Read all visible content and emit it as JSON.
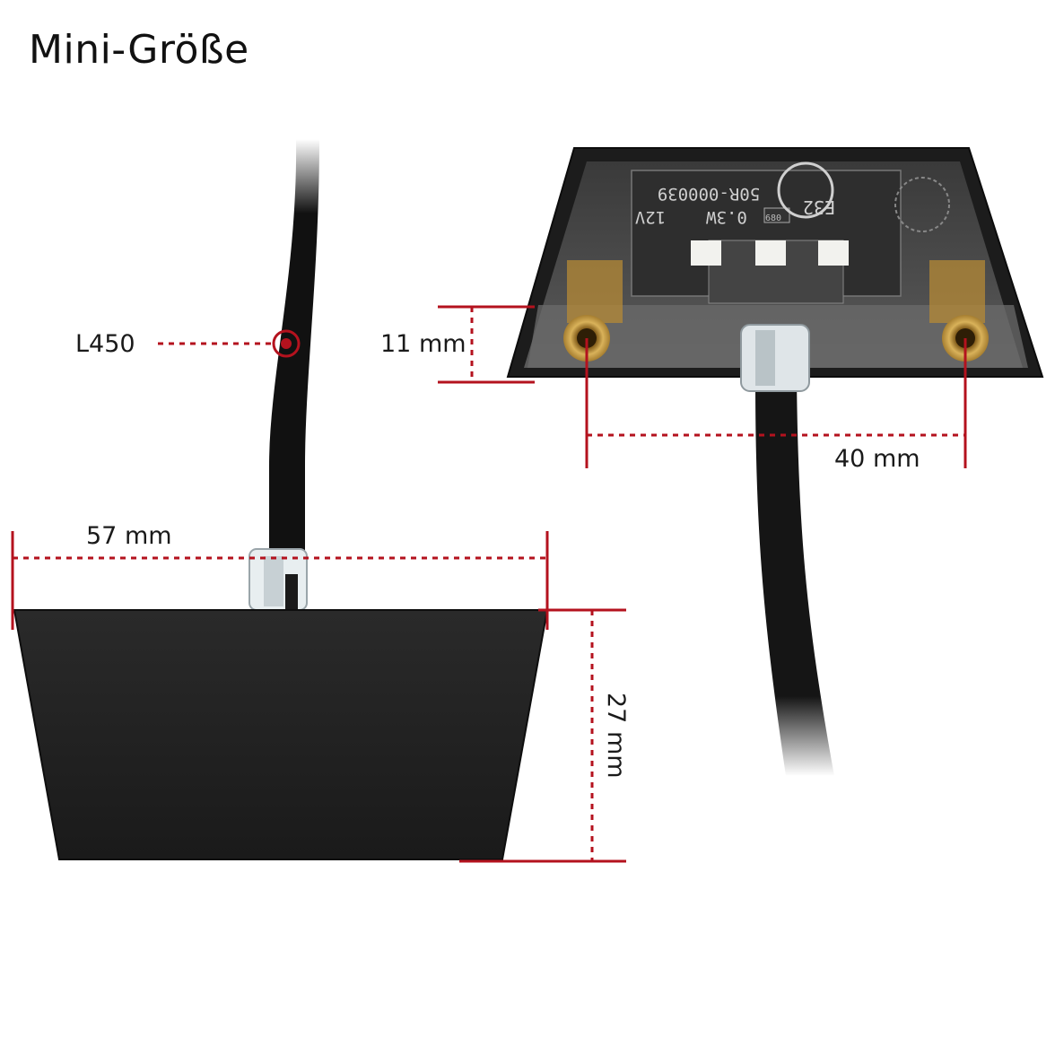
{
  "title": "Mini-Größe",
  "dimensions": {
    "cable_length": "L450",
    "height_front": "11 mm",
    "hole_spacing": "40 mm",
    "width": "57 mm",
    "depth": "27 mm"
  },
  "product_markings": {
    "code": "E32",
    "approval": "50R-000039",
    "power": "0.3W",
    "voltage": "12V",
    "resistor": "680"
  },
  "colors": {
    "dimension_line": "#b4121e",
    "housing": "#1e1e1e",
    "cable": "#111111",
    "brass": "#c9a24a"
  }
}
